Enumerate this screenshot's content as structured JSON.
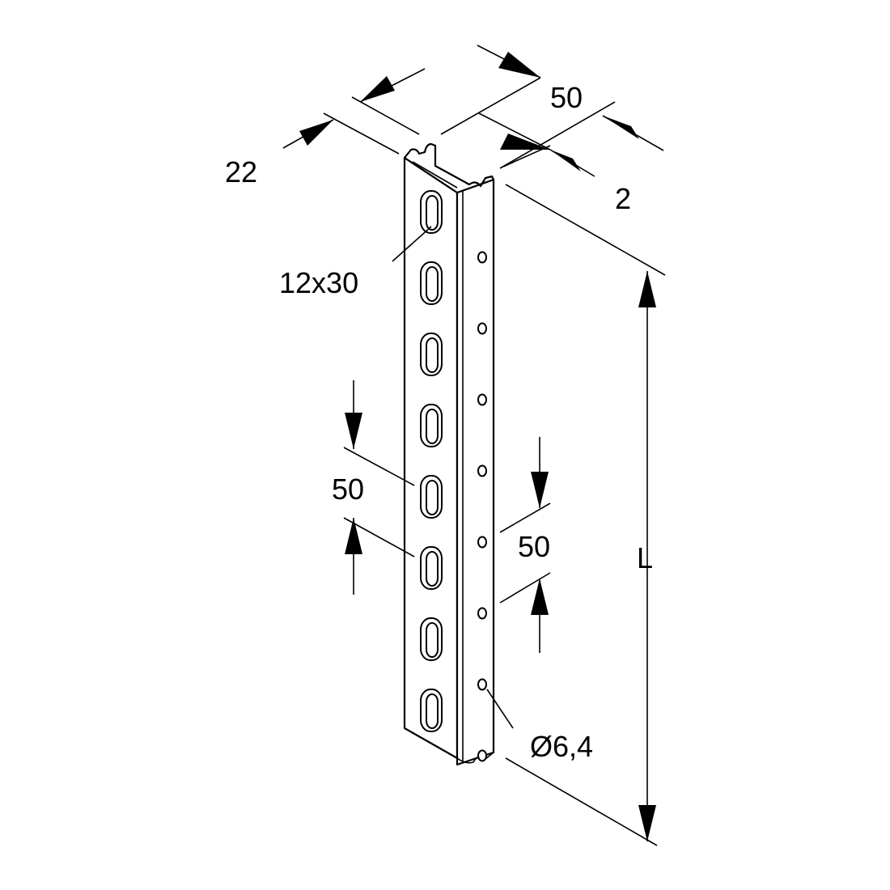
{
  "drawing": {
    "dimensions": {
      "profile_depth": "22",
      "profile_width": "50",
      "wall_thickness": "2",
      "slot_size": "12x30",
      "slot_pitch": "50",
      "hole_pitch": "50",
      "hole_diameter": "Ø6,4",
      "length": "L"
    },
    "slot_count": 8,
    "hole_count": 8
  }
}
